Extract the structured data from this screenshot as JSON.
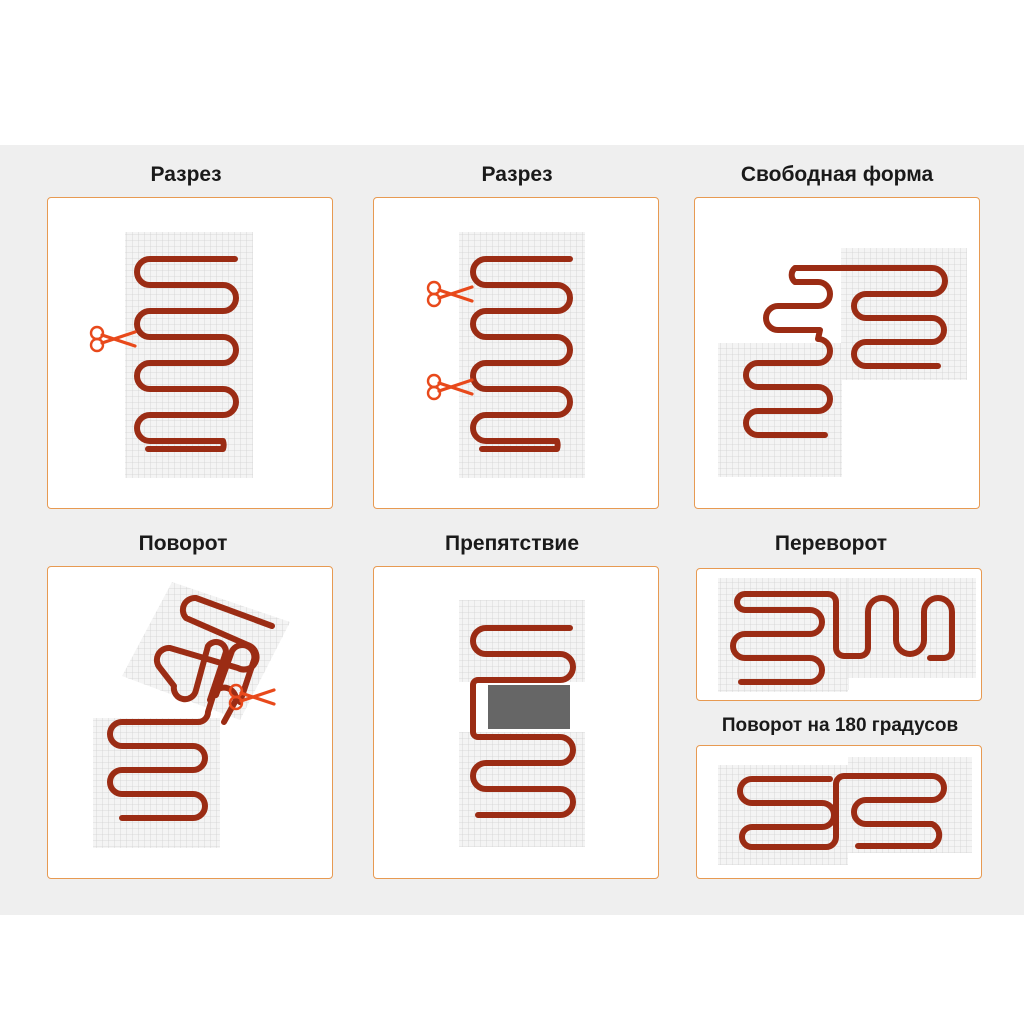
{
  "titles": {
    "cut_one": "Разрез",
    "cut_two": "Разрез",
    "free_form": "Свободная форма",
    "rotation": "Поворот",
    "obstacle": "Препятствие",
    "flip": "Переворот",
    "rotate_180": "Поворот на 180 градусов"
  },
  "icons": {
    "scissors": "scissors-icon",
    "mesh": "mesh-grid",
    "cable": "heating-cable",
    "obstacle": "obstacle-block"
  },
  "colors": {
    "cable": "#9b2c14",
    "scissors": "#e8491b",
    "mesh": "#dcdcdc",
    "panel_border": "#e79a52",
    "obstacle": "#666666",
    "background_band": "#efefef"
  }
}
